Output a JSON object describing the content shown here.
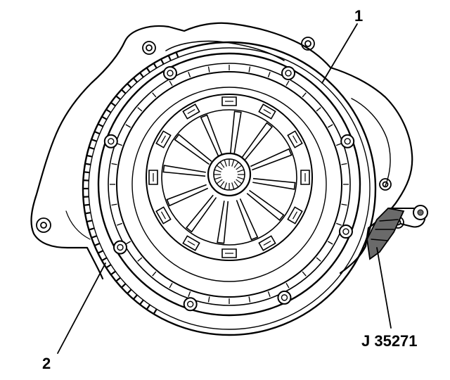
{
  "callouts": {
    "pressure_plate_label": "1",
    "flywheel_bolt_label": "2",
    "tool_label": "J 35271"
  },
  "colors": {
    "ink": "#000000",
    "paper": "#ffffff",
    "tool_shading": "#6a6a6a"
  }
}
